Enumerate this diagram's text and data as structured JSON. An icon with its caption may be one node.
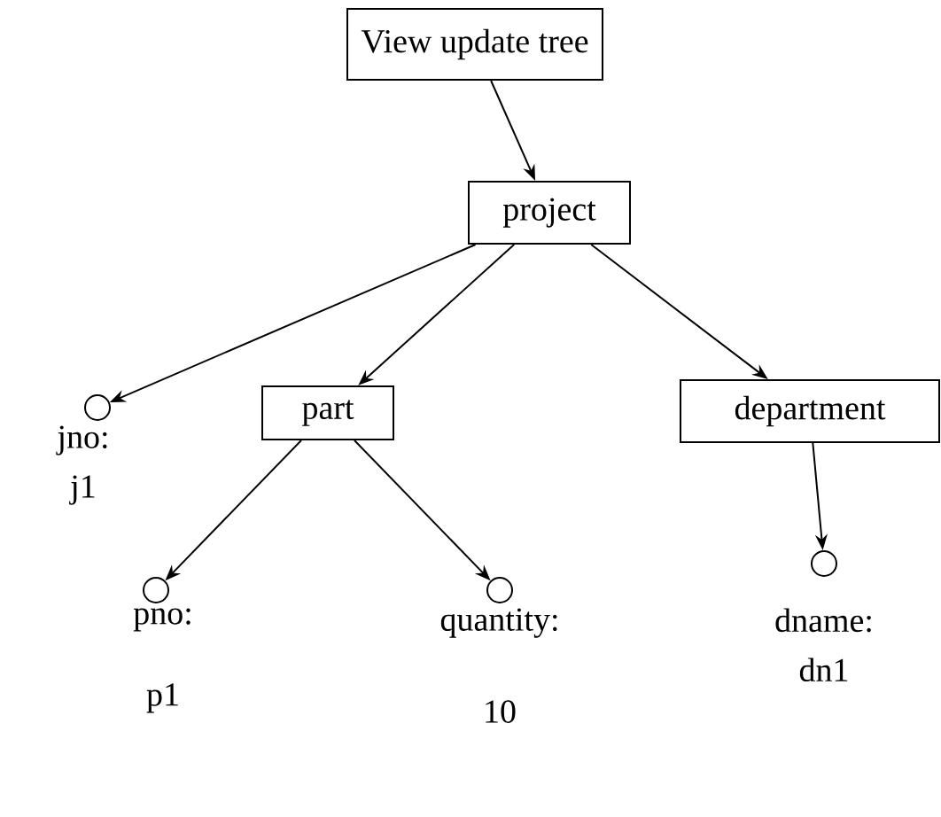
{
  "diagram": {
    "nodes": [
      {
        "text": [
          "View update tree"
        ]
      },
      {
        "text": [
          "project"
        ]
      },
      {
        "text": [],
        "shape": "circle",
        "beside": [
          "jno: j1"
        ]
      },
      {
        "text": [
          "part"
        ]
      },
      {
        "text": [
          "department"
        ]
      },
      {
        "text": [],
        "shape": "circle",
        "beside": [
          "pno: p1"
        ]
      },
      {
        "text": [],
        "shape": "circle",
        "beside": [
          "quantity: 10"
        ]
      },
      {
        "text": [],
        "shape": "circle",
        "beside": [
          "dname: dn1"
        ]
      }
    ],
    "edges": [
      {
        "from": 0,
        "to": 1,
        "arrow": "to"
      },
      {
        "from": 1,
        "to": 2,
        "arrow": "to"
      },
      {
        "from": 1,
        "to": 3,
        "arrow": "to"
      },
      {
        "from": 1,
        "to": 4,
        "arrow": "to"
      },
      {
        "from": 3,
        "to": 5,
        "arrow": "to"
      },
      {
        "from": 3,
        "to": 6,
        "arrow": "to"
      },
      {
        "from": 4,
        "to": 7,
        "arrow": "to"
      }
    ]
  }
}
